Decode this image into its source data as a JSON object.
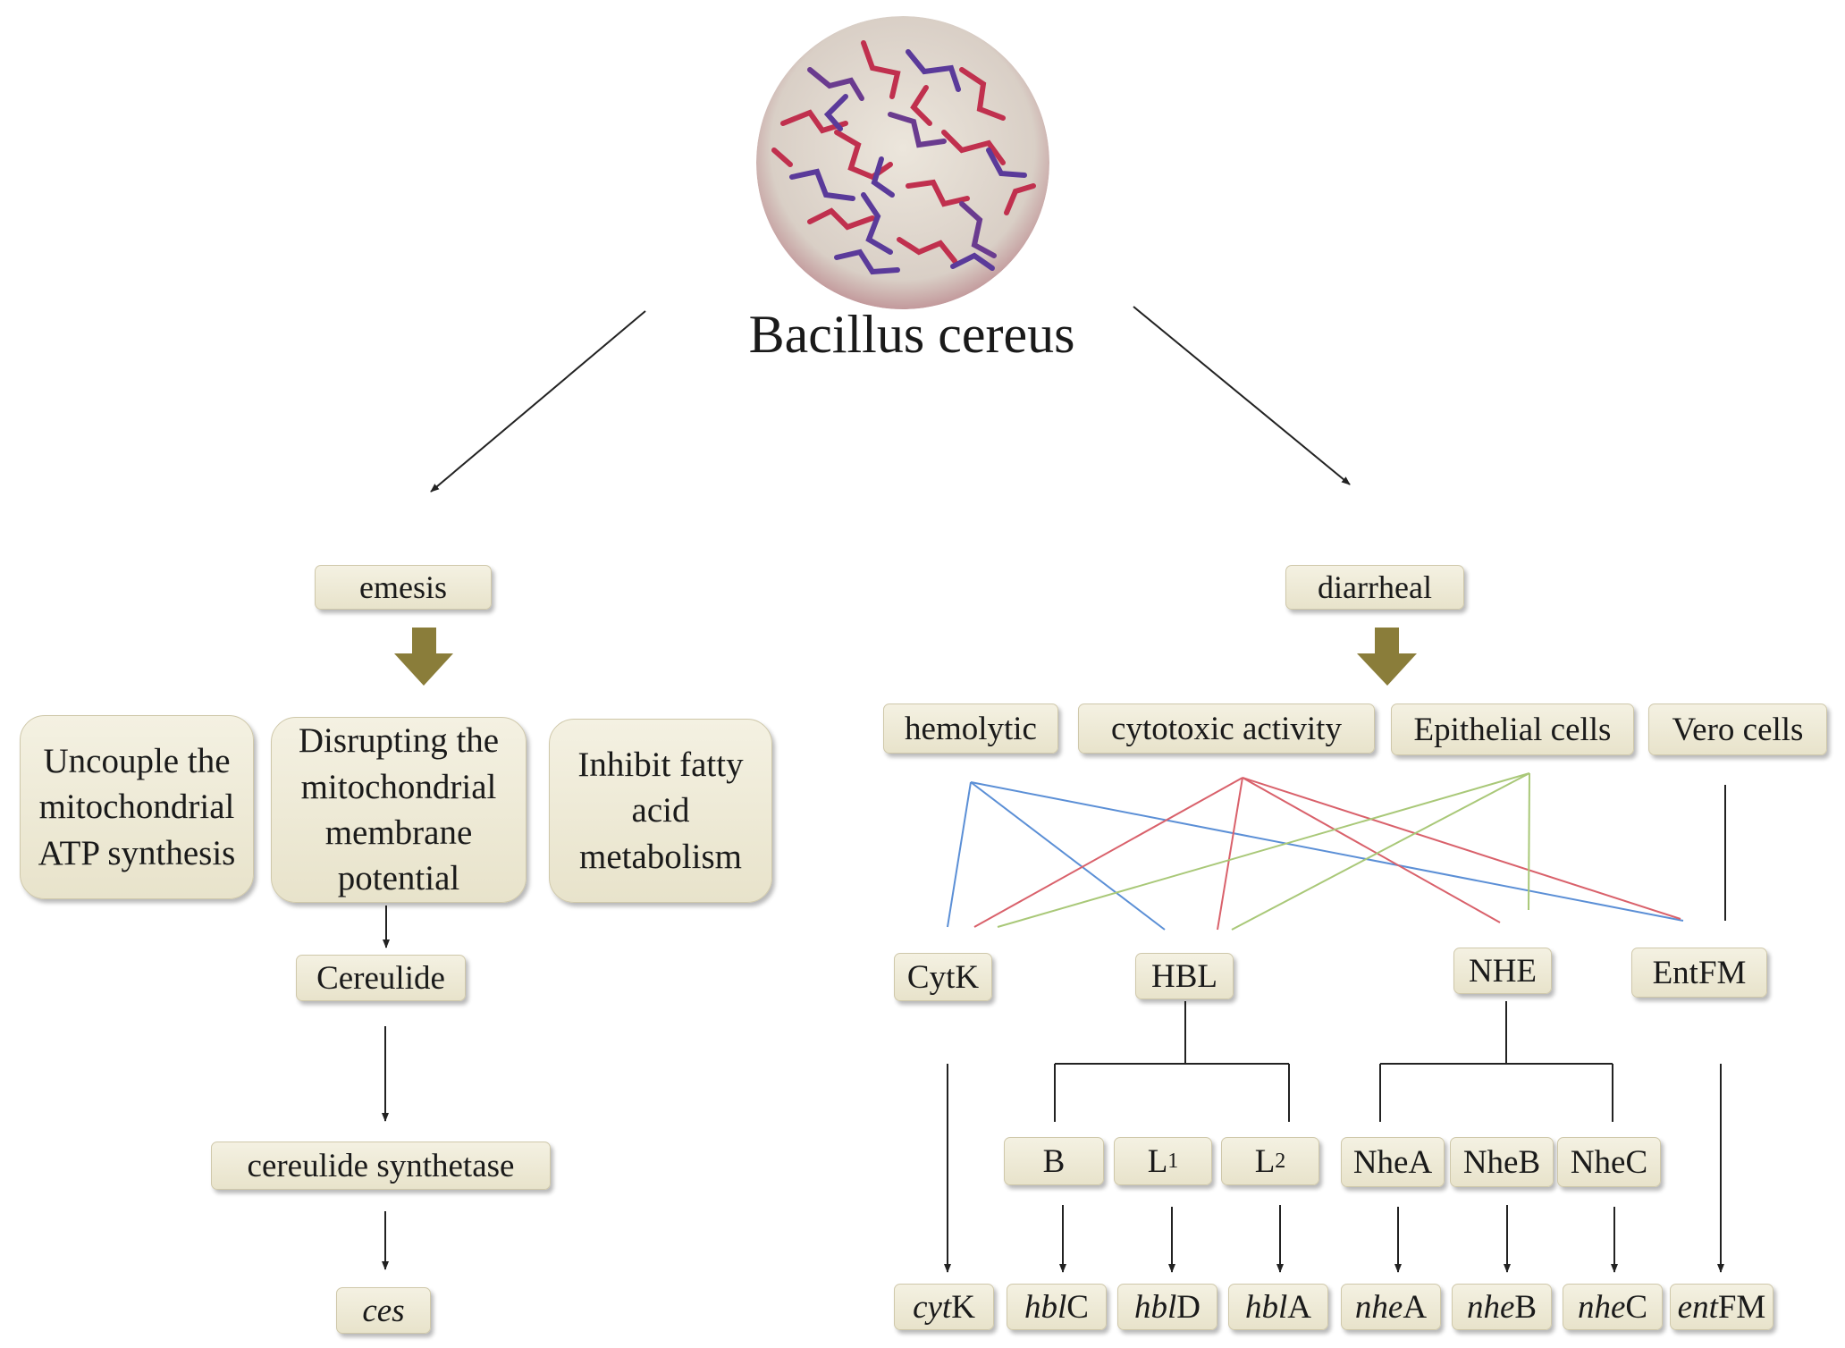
{
  "title": "Bacillus cereus",
  "emesis": {
    "label": "emesis",
    "mechanisms": [
      "Uncouple the mitochondrial ATP synthesis",
      "Disrupting the mitochondrial membrane potential",
      "Inhibit fatty acid metabolism"
    ],
    "toxin": "Cereulide",
    "enzyme": "cereulide synthetase",
    "gene": "ces"
  },
  "diarrheal": {
    "label": "diarrheal",
    "activities": [
      "hemolytic",
      "cytotoxic activity",
      "Epithelial cells",
      "Vero cells"
    ],
    "toxins": [
      "CytK",
      "HBL",
      "NHE",
      "EntFM"
    ],
    "hbl_components": [
      "B",
      "L",
      "L"
    ],
    "hbl_subscripts": [
      "1",
      "2"
    ],
    "nhe_components": [
      "NheA",
      "NheB",
      "NheC"
    ],
    "genes": [
      {
        "italic": "cyt",
        "plain": "K"
      },
      {
        "italic": "hbl",
        "plain": "C"
      },
      {
        "italic": "hbl",
        "plain": "D"
      },
      {
        "italic": "hbl",
        "plain": "A"
      },
      {
        "italic": "nhe",
        "plain": "A"
      },
      {
        "italic": "nhe",
        "plain": "B"
      },
      {
        "italic": "nhe",
        "plain": "C"
      },
      {
        "italic": "ent",
        "plain": "FM"
      }
    ]
  },
  "colors": {
    "hemolytic_links": "#5b8fd6",
    "cytotoxic_links": "#d9616b",
    "epithelial_links": "#a9c878",
    "box_fill": "#ece8d2",
    "thick_arrow": "#8a7d3a"
  }
}
